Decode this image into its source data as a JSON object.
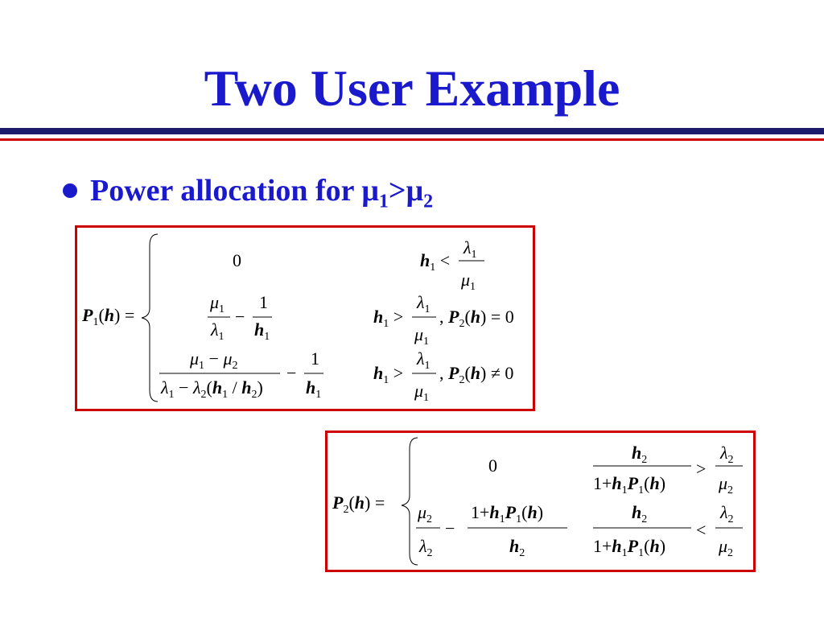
{
  "slide": {
    "title": "Two User Example",
    "bullet": {
      "text": "Power allocation for ",
      "mu_symbol": "μ",
      "sub_1": "1",
      "relation": ">",
      "sub_2": "2"
    },
    "colors": {
      "title": "#1a1acc",
      "bullet_dot": "#1a1acc",
      "rule_thick": "#1c1c6b",
      "rule_thin": "#cc0000",
      "box_border": "#cc0000"
    }
  },
  "equations": {
    "p1": {
      "lhs": "P1(h) =",
      "case1_value": "0",
      "case1_condition": "h1 < λ1/μ1",
      "case2_value": "μ1/λ1 − 1/h1",
      "case2_condition": "h1 > λ1/μ1 , P2(h) = 0",
      "case3_value": "(μ1 − μ2)/(λ1 − λ2(h1/h2)) − 1/h1",
      "case3_condition": "h1 > λ1/μ1 , P2(h) ≠ 0"
    },
    "p2": {
      "lhs": "P2(h) =",
      "case1_value": "0",
      "case1_condition": "h2/(1+h1P1(h)) > λ2/μ2",
      "case2_value": "μ2/λ2 − (1+h1P1(h))/h2",
      "case2_condition": "h2/(1+h1P1(h)) < λ2/μ2"
    }
  }
}
